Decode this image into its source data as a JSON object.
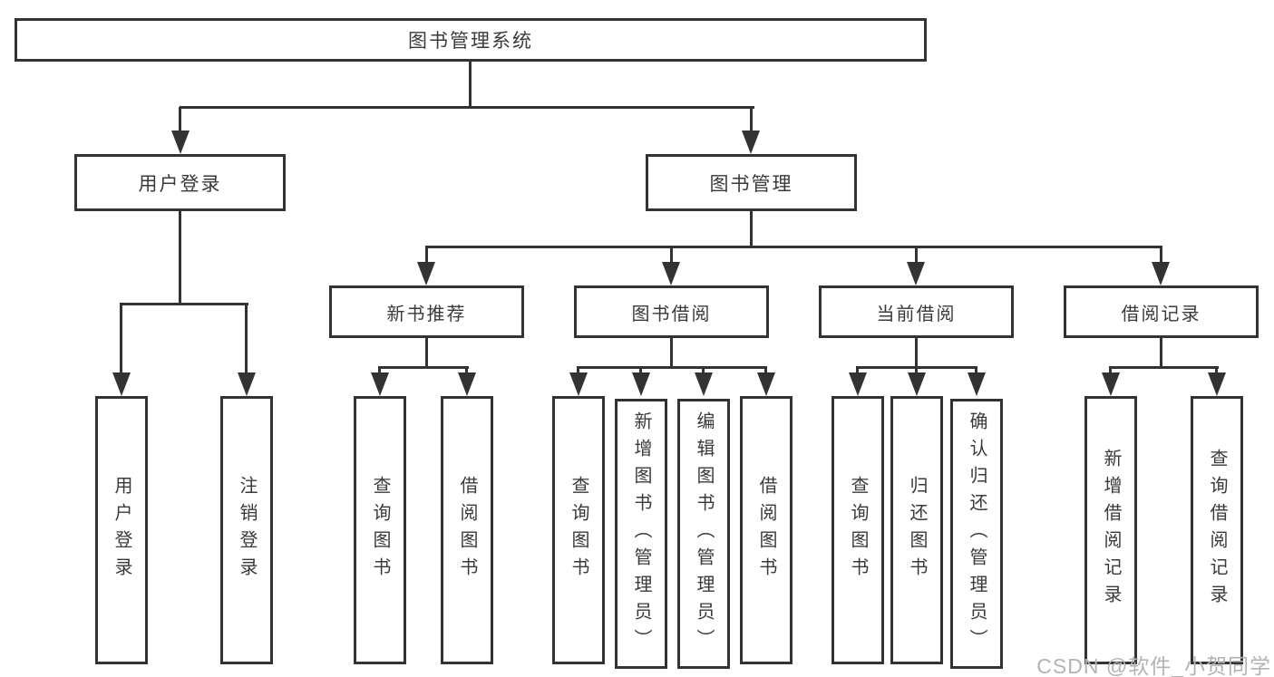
{
  "colors": {
    "line": "#333333",
    "node_border": "#333333",
    "node_text": "#3a3a3a",
    "background": "#ffffff",
    "watermark": "#b3b3b3"
  },
  "watermark": {
    "text": "CSDN @软件_小贺同学"
  },
  "tree": {
    "root": {
      "label": "图书管理系统"
    },
    "user_branch": {
      "label": "用户登录",
      "children": [
        {
          "label": "用户登录"
        },
        {
          "label": "注销登录"
        }
      ]
    },
    "mgmt_branch": {
      "label": "图书管理",
      "groups": [
        {
          "label": "新书推荐",
          "children": [
            {
              "label": "查询图书"
            },
            {
              "label": "借阅图书"
            }
          ]
        },
        {
          "label": "图书借阅",
          "children": [
            {
              "label": "查询图书"
            },
            {
              "label": "新增图书（管理员）"
            },
            {
              "label": "编辑图书（管理员）"
            },
            {
              "label": "借阅图书"
            }
          ]
        },
        {
          "label": "当前借阅",
          "children": [
            {
              "label": "查询图书"
            },
            {
              "label": "归还图书"
            },
            {
              "label": "确认归还（管理员）"
            }
          ]
        },
        {
          "label": "借阅记录",
          "children": [
            {
              "label": "新增借阅记录"
            },
            {
              "label": "查询借阅记录"
            }
          ]
        }
      ]
    }
  }
}
